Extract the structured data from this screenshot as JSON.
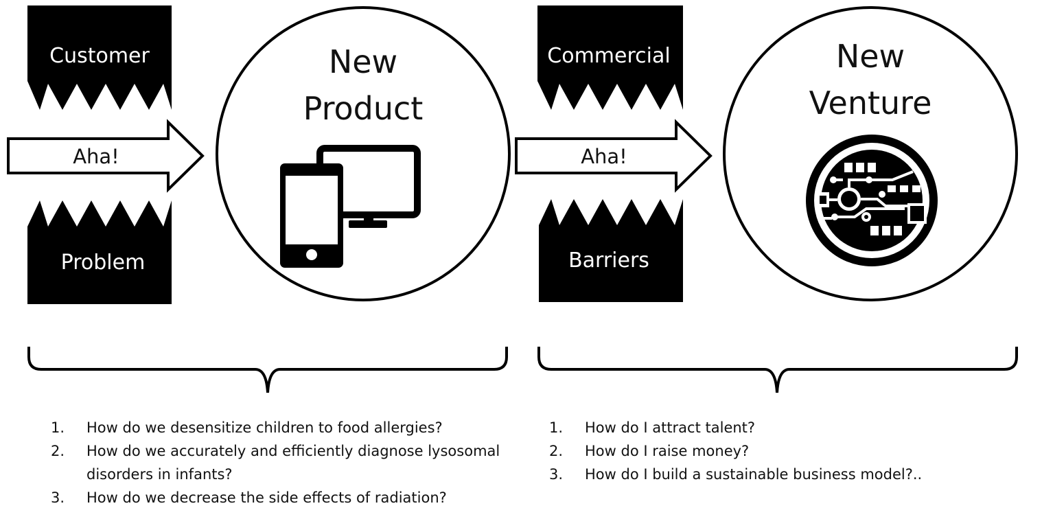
{
  "left_stage": {
    "top_block_label": "Customer",
    "arrow_label": "Aha!",
    "bottom_block_label": "Problem",
    "circle_title_line1": "New",
    "circle_title_line2": "Product",
    "circle_icon": "devices-icon"
  },
  "right_stage": {
    "top_block_label": "Commercial",
    "arrow_label": "Aha!",
    "bottom_block_label": "Barriers",
    "circle_title_line1": "New",
    "circle_title_line2": "Venture",
    "circle_icon": "circuit-board-icon"
  },
  "questions_left": [
    {
      "num": "1.",
      "text": "How do we desensitize children to food allergies?"
    },
    {
      "num": "2.",
      "text": "How do we accurately and efficiently diagnose lysosomal disorders in infants?"
    },
    {
      "num": "3.",
      "text": "How do we decrease the side effects of radiation?"
    }
  ],
  "questions_right": [
    {
      "num": "1.",
      "text": "How do I attract talent?"
    },
    {
      "num": "2.",
      "text": "How do I raise money?"
    },
    {
      "num": "3.",
      "text": "How do I build a sustainable business model?.."
    }
  ],
  "colors": {
    "ink": "#000000",
    "paper": "#ffffff"
  }
}
